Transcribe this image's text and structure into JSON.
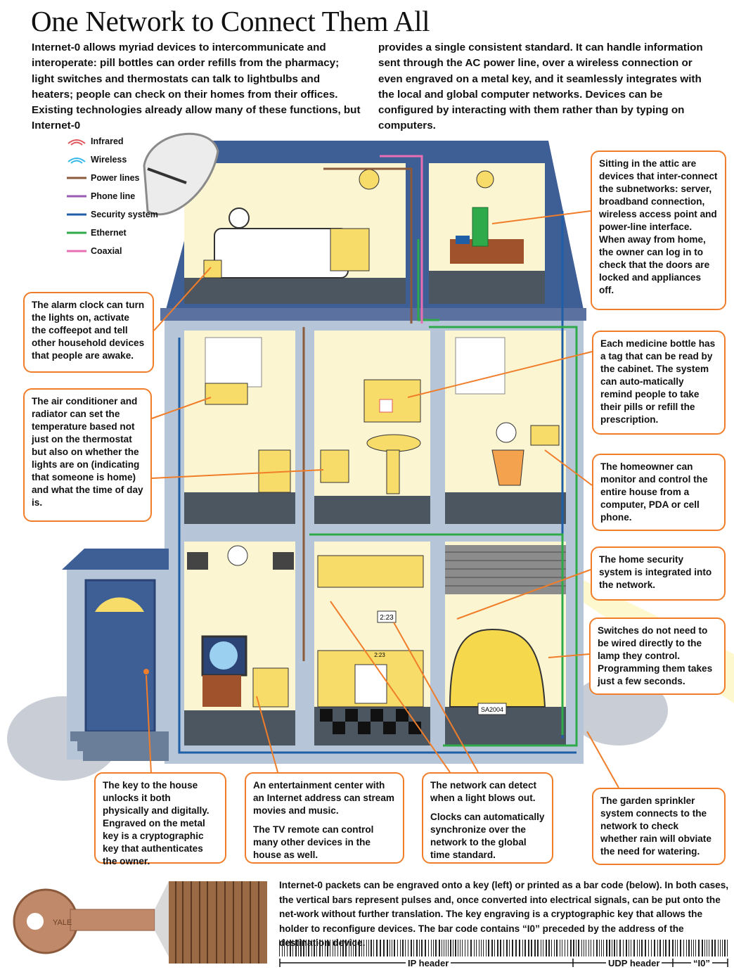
{
  "title": "One Network to Connect Them All",
  "intro": {
    "left": "Internet-0 allows myriad devices to intercommunicate and interoperate: pill bottles can order refills from the pharmacy; light switches and thermostats can talk to lightbulbs and heaters; people can check on their homes from their offices. Existing technologies already allow many of these functions, but Internet-0",
    "right": "provides a single consistent standard. It can handle information sent through the AC power line, over a wireless connection or even engraved on a metal key, and it seamlessly integrates with the local and global computer networks. Devices can be configured by interacting with them rather than by typing on computers."
  },
  "legend": [
    {
      "label": "Infrared",
      "color": "#e0565b"
    },
    {
      "label": "Wireless",
      "color": "#35b8e8"
    },
    {
      "label": "Power lines",
      "color": "#8b5a3c"
    },
    {
      "label": "Phone line",
      "color": "#9b59b6"
    },
    {
      "label": "Security system",
      "color": "#1f5fa8"
    },
    {
      "label": "Ethernet",
      "color": "#2eaa4a"
    },
    {
      "label": "Coaxial",
      "color": "#e86fb4"
    }
  ],
  "callouts": {
    "attic": "Sitting in the attic are devices that inter-connect the subnetworks: server, broadband connection, wireless access point and power-line interface. When away from home, the owner can log in to check that the doors are locked and appliances off.",
    "alarm": "The alarm clock can turn the lights on, activate the coffeepot and tell other household devices that people are awake.",
    "medicine": "Each medicine bottle has a tag that can be read by the cabinet. The system can auto-matically remind people to take their pills or refill the prescription.",
    "aircon": "The air conditioner and radiator can set the temperature based not just on the thermostat but also on whether the lights are on (indicating that someone is home) and what the time of day is.",
    "homeowner": "The homeowner can monitor and control the entire house from a computer, PDA or cell phone.",
    "security": "The home security system is integrated into the network.",
    "switches": "Switches do not need to be wired directly to the lamp they control. Programming them takes just a few seconds.",
    "key": "The key to the house unlocks it both physically and digitally. Engraved on the metal key is a cryptographic key that authenticates the owner.",
    "entertainment_1": "An entertainment center with an Internet address can stream movies and music.",
    "entertainment_2": "The TV remote can control many other devices in the house as well.",
    "network_1": "The network can detect when a light blows out.",
    "network_2": "Clocks can automatically synchronize over the network to the global time standard.",
    "sprinkler": "The garden sprinkler system connects to the network to check whether rain will obviate the need for watering."
  },
  "scene_labels": {
    "kitchen_clock": "2:23",
    "oven_clock": "2:23",
    "car_plate": "SA2004",
    "key_engraving": "YALE"
  },
  "caption": "Internet-0 packets can be engraved onto a key (left) or printed as a bar code (below). In both cases, the vertical bars represent pulses and, once converted into electrical signals, can be put onto the net-work without further translation. The key engraving is a cryptographic key that allows the holder to reconfigure devices. The bar code contains “I0” preceded by the address of the destination device.",
  "barcode_axis": {
    "ip": "IP header",
    "udp": "UDP header",
    "payload": "“I0”"
  },
  "colors": {
    "accent": "#f07d2a",
    "room_wall": "#fbf5d2",
    "room_floor": "#4c5660",
    "house_wall": "#b6c6d8",
    "roof": "#3e5e96",
    "appliance_yellow": "#f8dc6a"
  }
}
